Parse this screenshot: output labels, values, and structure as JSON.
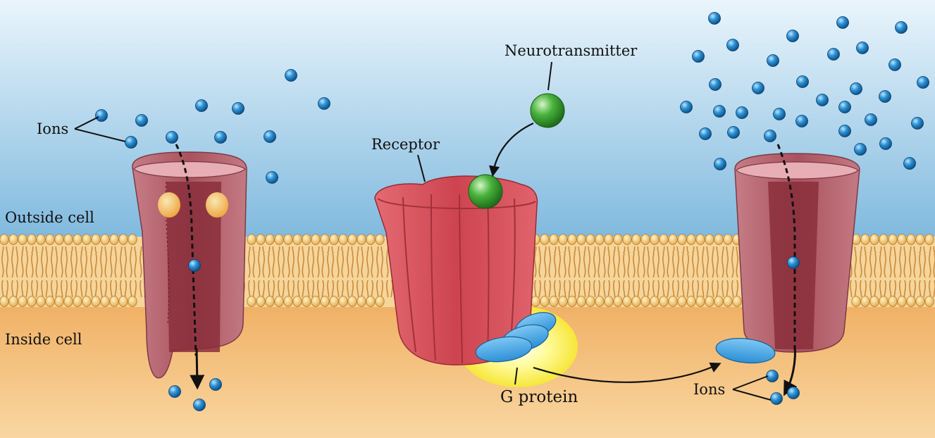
{
  "labels": {
    "ions_left": "Ions",
    "outside_cell": "Outside cell",
    "inside_cell": "Inside cell",
    "neurotransmitter": "Neurotransmitter",
    "receptor": "Receptor",
    "g_protein": "G protein",
    "ions_right": "Ions"
  },
  "colors": {
    "extracellular_top": "#e8f4fb",
    "extracellular_bottom": "#86bee0",
    "cytoplasm_top": "#f1b469",
    "cytoplasm_bottom": "#f8d29a",
    "ion": "#1f86cc",
    "neurotransmitter": "#3fa835",
    "receptor": "#d9535a",
    "channel": "#b9656f",
    "g_protein": "#3a9ee0",
    "lipid_head": "#f2c76e"
  }
}
